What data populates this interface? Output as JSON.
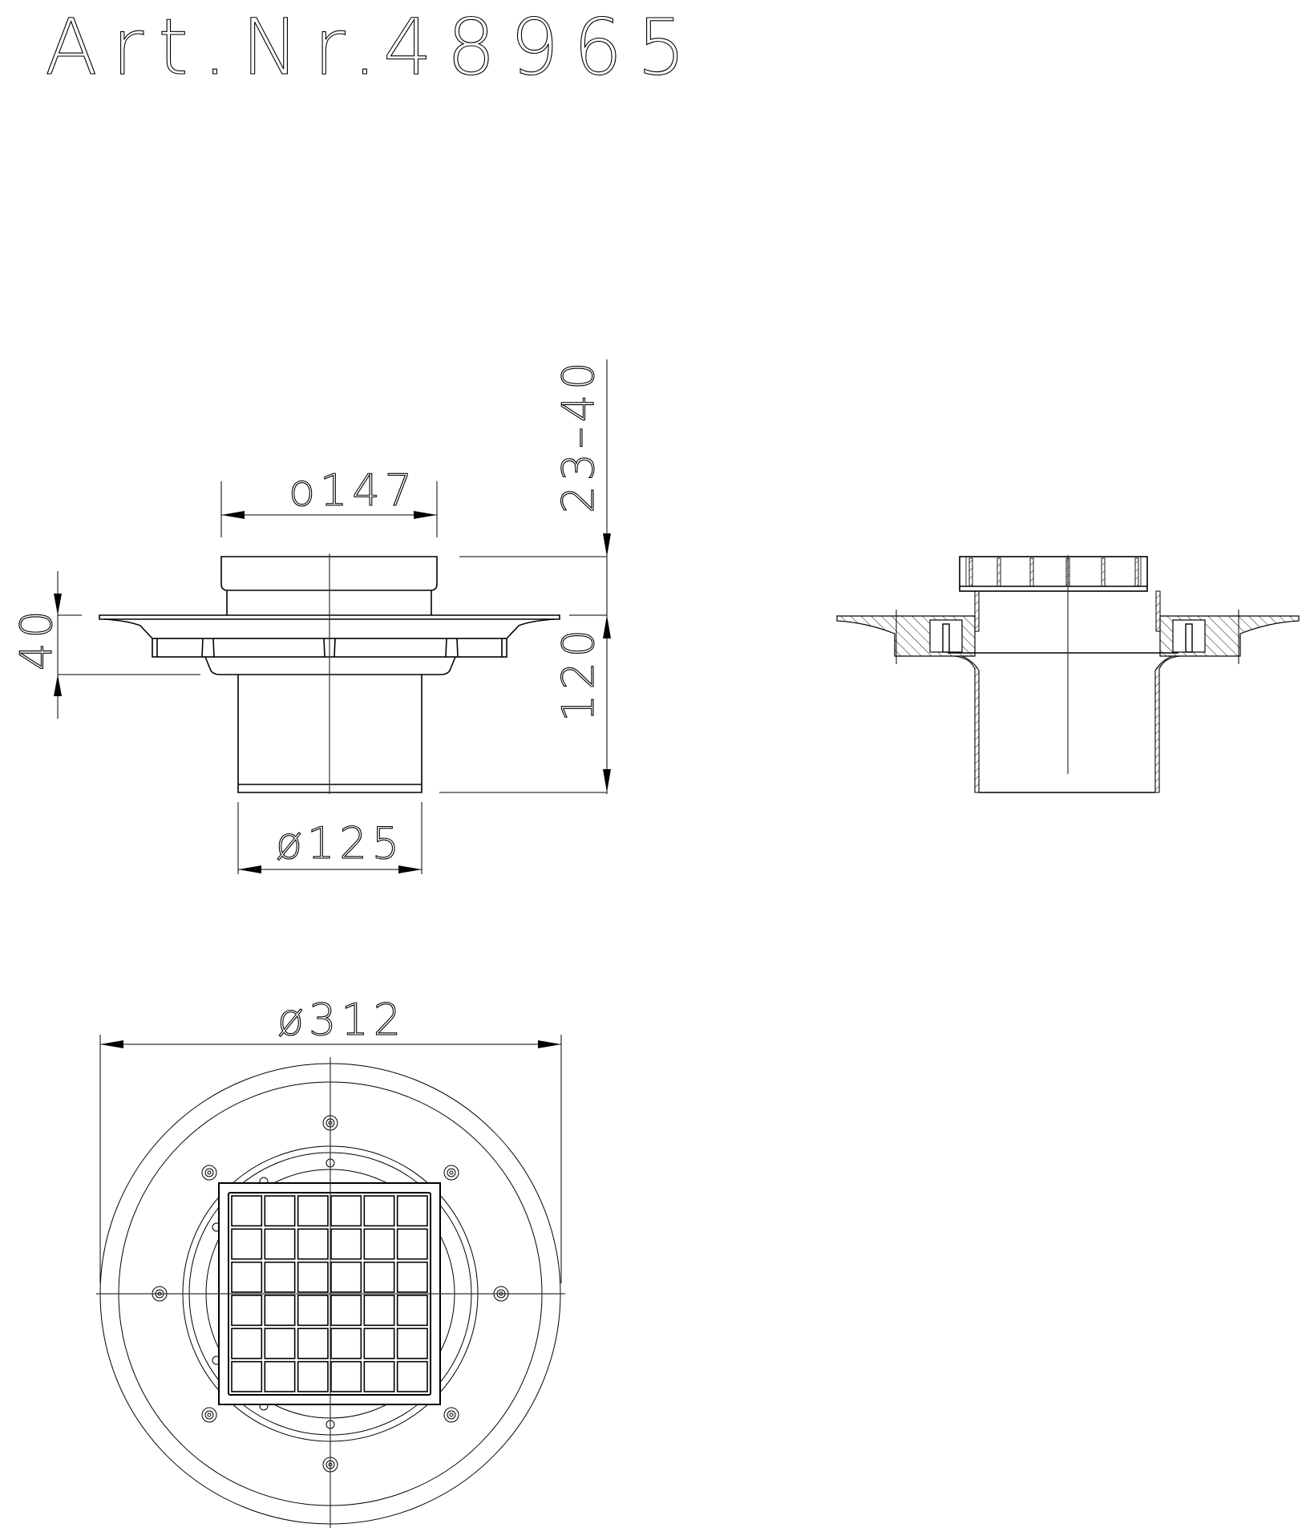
{
  "title": {
    "label": "Art.Nr.",
    "number": "48965"
  },
  "side_view": {
    "dimensions": {
      "top_diameter": "o147",
      "pipe_diameter": "ø125",
      "adjust_height": "23–40",
      "body_height": "120",
      "flange_height": "40"
    }
  },
  "section_view": {
    "label": ""
  },
  "plan_view": {
    "dimensions": {
      "outer_diameter": "ø312"
    },
    "grate": {
      "rows": 6,
      "cols": 6
    },
    "screw_count": 8
  },
  "colors": {
    "line": "#000000",
    "background": "#ffffff"
  }
}
